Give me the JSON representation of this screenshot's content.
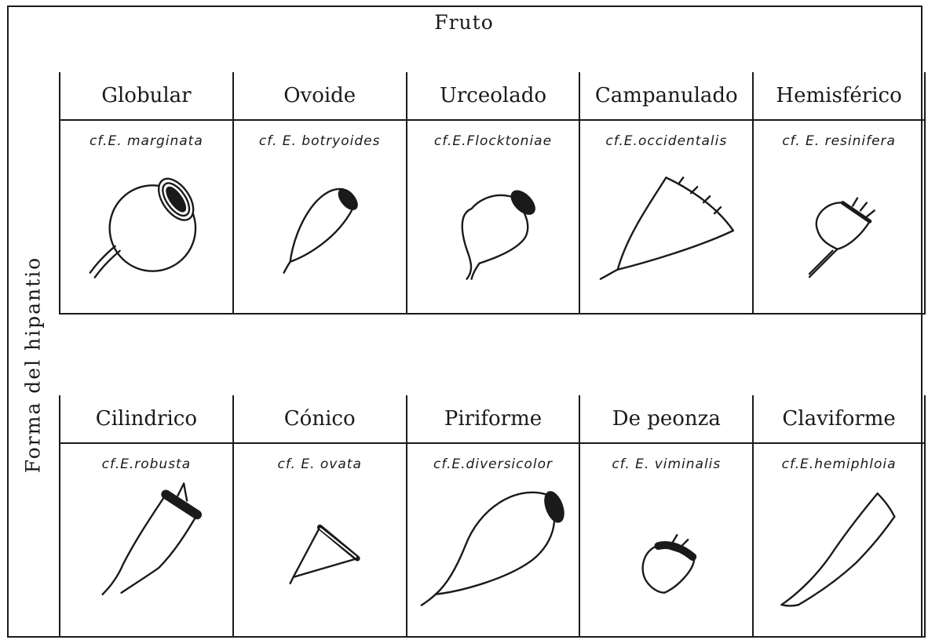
{
  "title": "Fruto",
  "side_label": "Forma del hipantio",
  "rows": [
    [
      {
        "shape": "Globular",
        "species": "cf.E. marginata"
      },
      {
        "shape": "Ovoide",
        "species": "cf. E. botryoides"
      },
      {
        "shape": "Urceolado",
        "species": "cf.E.Flocktoniae"
      },
      {
        "shape": "Campanulado",
        "species": "cf.E.occidentalis"
      },
      {
        "shape": "Hemisférico",
        "species": "cf. E. resinifera"
      }
    ],
    [
      {
        "shape": "Cilindrico",
        "species": "cf.E.robusta"
      },
      {
        "shape": "Cónico",
        "species": "cf. E. ovata"
      },
      {
        "shape": "Piriforme",
        "species": "cf.E.diversicolor"
      },
      {
        "shape": "De peonza",
        "species": "cf. E. viminalis"
      },
      {
        "shape": "Claviforme",
        "species": "cf.E.hemiphloia"
      }
    ]
  ]
}
